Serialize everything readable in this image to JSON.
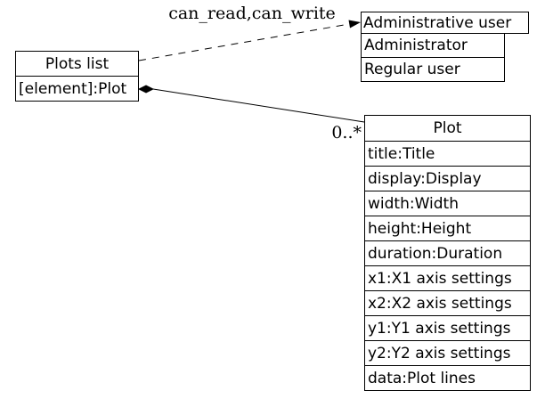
{
  "diagram": {
    "type": "uml-class-diagram",
    "nodes": {
      "plots_list": {
        "title": "Plots list",
        "attributes": [
          "[element]:Plot"
        ]
      },
      "admin_user": {
        "title": "Administrative user",
        "values": [
          "Administrator",
          "Regular user"
        ]
      },
      "plot": {
        "title": "Plot",
        "attributes": [
          "title:Title",
          "display:Display",
          "width:Width",
          "height:Height",
          "duration:Duration",
          "x1:X1 axis settings",
          "x2:X2 axis settings",
          "y1:Y1 axis settings",
          "y2:Y2 axis settings",
          "data:Plot lines"
        ]
      }
    },
    "edges": {
      "access": {
        "label": "can_read,can_write",
        "style": "dashed",
        "from": "Plots list",
        "to": "Administrative user",
        "arrow": "open-triangle"
      },
      "composition": {
        "multiplicity": "0..*",
        "style": "solid",
        "from": "Plots list",
        "to": "Plot",
        "arrow": "filled-diamond"
      }
    },
    "colors": {
      "background": "#ffffff",
      "line": "#000000",
      "text": "#000000",
      "node_fill": "#ffffff"
    }
  }
}
